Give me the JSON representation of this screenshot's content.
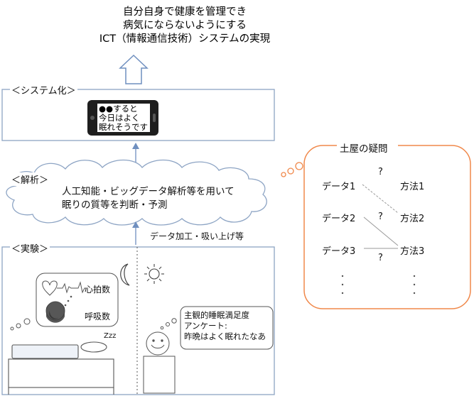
{
  "goal": {
    "line1": "自分自身で健康を管理でき",
    "line2": "病気にならないようにする",
    "line3": "ICT（情報通信技術）システムの実現"
  },
  "system": {
    "label": "＜システム化＞",
    "phone_line1": "●●すると",
    "phone_line2": "今日はよく",
    "phone_line3": "眠れそうです"
  },
  "analysis": {
    "label": "＜解析＞",
    "line1": "人工知能・ビッグデータ解析等を用いて",
    "line2": "眠りの質等を判断・予測"
  },
  "processing": {
    "label": "データ加工・吸い上げ等"
  },
  "experiment": {
    "label": "＜実験＞",
    "heart_rate": "心拍数",
    "respiration": "呼吸数",
    "zzz": "Zzz",
    "survey_line1": "主観的睡眠満足度",
    "survey_line2": "アンケート:",
    "survey_line3": "昨晩はよく眠れたなあ"
  },
  "question": {
    "title": "土屋の疑問",
    "data": [
      "データ1",
      "データ2",
      "データ3"
    ],
    "methods": [
      "方法1",
      "方法2",
      "方法3"
    ],
    "mark": "?"
  },
  "colors": {
    "box": "#8da4c4",
    "arrow": "#6f8fbf",
    "orange": "#f0884a",
    "line": "#888888"
  }
}
